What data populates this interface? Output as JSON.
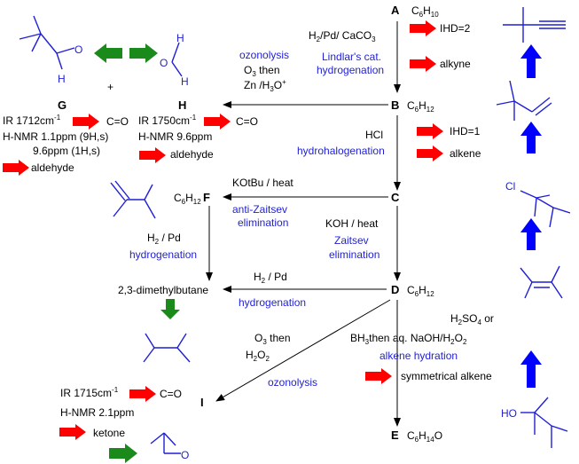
{
  "compounds": {
    "A": {
      "letter": "A",
      "formula_main": "C",
      "formula_sub1": "6",
      "formula_h": "H",
      "formula_sub2": "10"
    },
    "B": {
      "letter": "B",
      "formula_main": "C",
      "formula_sub1": "6",
      "formula_h": "H",
      "formula_sub2": "12"
    },
    "C": {
      "letter": "C"
    },
    "D": {
      "letter": "D",
      "formula_main": "C",
      "formula_sub1": "6",
      "formula_h": "H",
      "formula_sub2": "12"
    },
    "E": {
      "letter": "E",
      "formula_main": "C",
      "formula_sub1": "6",
      "formula_h": "H",
      "formula_sub2": "14",
      "formula_o": "O"
    },
    "F": {
      "letter": "F",
      "formula_main": "C",
      "formula_sub1": "6",
      "formula_h": "H",
      "formula_sub2": "12"
    },
    "G": {
      "letter": "G",
      "plus": "+"
    },
    "H": {
      "letter": "H"
    },
    "I": {
      "letter": "I"
    }
  },
  "reactions": {
    "a_to_b": {
      "reagent": "H",
      "reagent_sub": "2",
      "reagent_rest": "/Pd/ CaCO",
      "reagent_sub2": "3",
      "name1": "Lindlar's cat.",
      "name2": "hydrogenation"
    },
    "b_to_gh": {
      "name": "ozonolysis",
      "reagent1": "O",
      "reagent1_sub": "3",
      "reagent1_rest": " then",
      "reagent2": "Zn /H",
      "reagent2_sub": "3",
      "reagent2_rest": "O",
      "reagent2_sup": "+"
    },
    "b_to_c": {
      "reagent": "HCl",
      "name": "hydrohalogenation"
    },
    "c_to_f": {
      "reagent": "KOtBu / heat",
      "name1": "anti-Zaitsev",
      "name2": "elimination"
    },
    "c_to_d": {
      "reagent": "KOH / heat",
      "name1": "Zaitsev",
      "name2": "elimination"
    },
    "f_to_dmb": {
      "reagent": "H",
      "reagent_sub": "2",
      "reagent_rest": " / Pd",
      "name": "hydrogenation"
    },
    "d_to_dmb": {
      "reagent": "H",
      "reagent_sub": "2",
      "reagent_rest": " / Pd",
      "name": "hydrogenation"
    },
    "d_to_i": {
      "reagent1": "O",
      "reagent1_sub": "3",
      "reagent1_rest": " then",
      "reagent2": "H",
      "reagent2_sub": "2",
      "reagent2_mid": "O",
      "reagent2_sub2": "2",
      "name": "ozonolysis"
    },
    "d_to_e": {
      "reagent1": "H",
      "reagent1_sub": "2",
      "reagent1_rest": "SO",
      "reagent1_sub2": "4",
      "reagent1_end": " or",
      "reagent2": "BH",
      "reagent2_sub": "3",
      "reagent2_mid": "then aq. NaOH/H",
      "reagent2_sub2": "2",
      "reagent2_mid2": "O",
      "reagent2_sub3": "2",
      "name": "alkene hydration"
    }
  },
  "deductions": {
    "a_ihd": "IHD=2",
    "a_alkyne": "alkyne",
    "b_ihd": "IHD=1",
    "b_alkene": "alkene",
    "d_symmetric": "symmetrical alkene",
    "g_ir": "IR 1712cm",
    "g_ir_sup": "-1",
    "g_co": "C=O",
    "g_nmr1": "H-NMR 1.1ppm (9H,s)",
    "g_nmr2": "9.6ppm (1H,s)",
    "g_aldehyde": "aldehyde",
    "h_ir": "IR 1750cm",
    "h_ir_sup": "-1",
    "h_co": "C=O",
    "h_nmr": "H-NMR 9.6ppm",
    "h_aldehyde": "aldehyde",
    "i_ir": "IR 1715cm",
    "i_ir_sup": "-1",
    "i_co": "C=O",
    "i_nmr": "H-NMR 2.1ppm",
    "i_ketone": "ketone",
    "dmb_name": "2,3-dimethylbutane"
  },
  "structure_atoms": {
    "g_o": "O",
    "g_h": "H",
    "h_h_top": "H",
    "h_o": "O",
    "h_h_bot": "H",
    "cl": "Cl",
    "ho": "HO",
    "i_o": "O"
  },
  "colors": {
    "text": "#000000",
    "blue_text": "#1f1fd6",
    "structures": "#1f1fd6",
    "red_arrow": "#ff0000",
    "green_arrow": "#1a8a1a",
    "blue_arrow": "#0000ff"
  }
}
